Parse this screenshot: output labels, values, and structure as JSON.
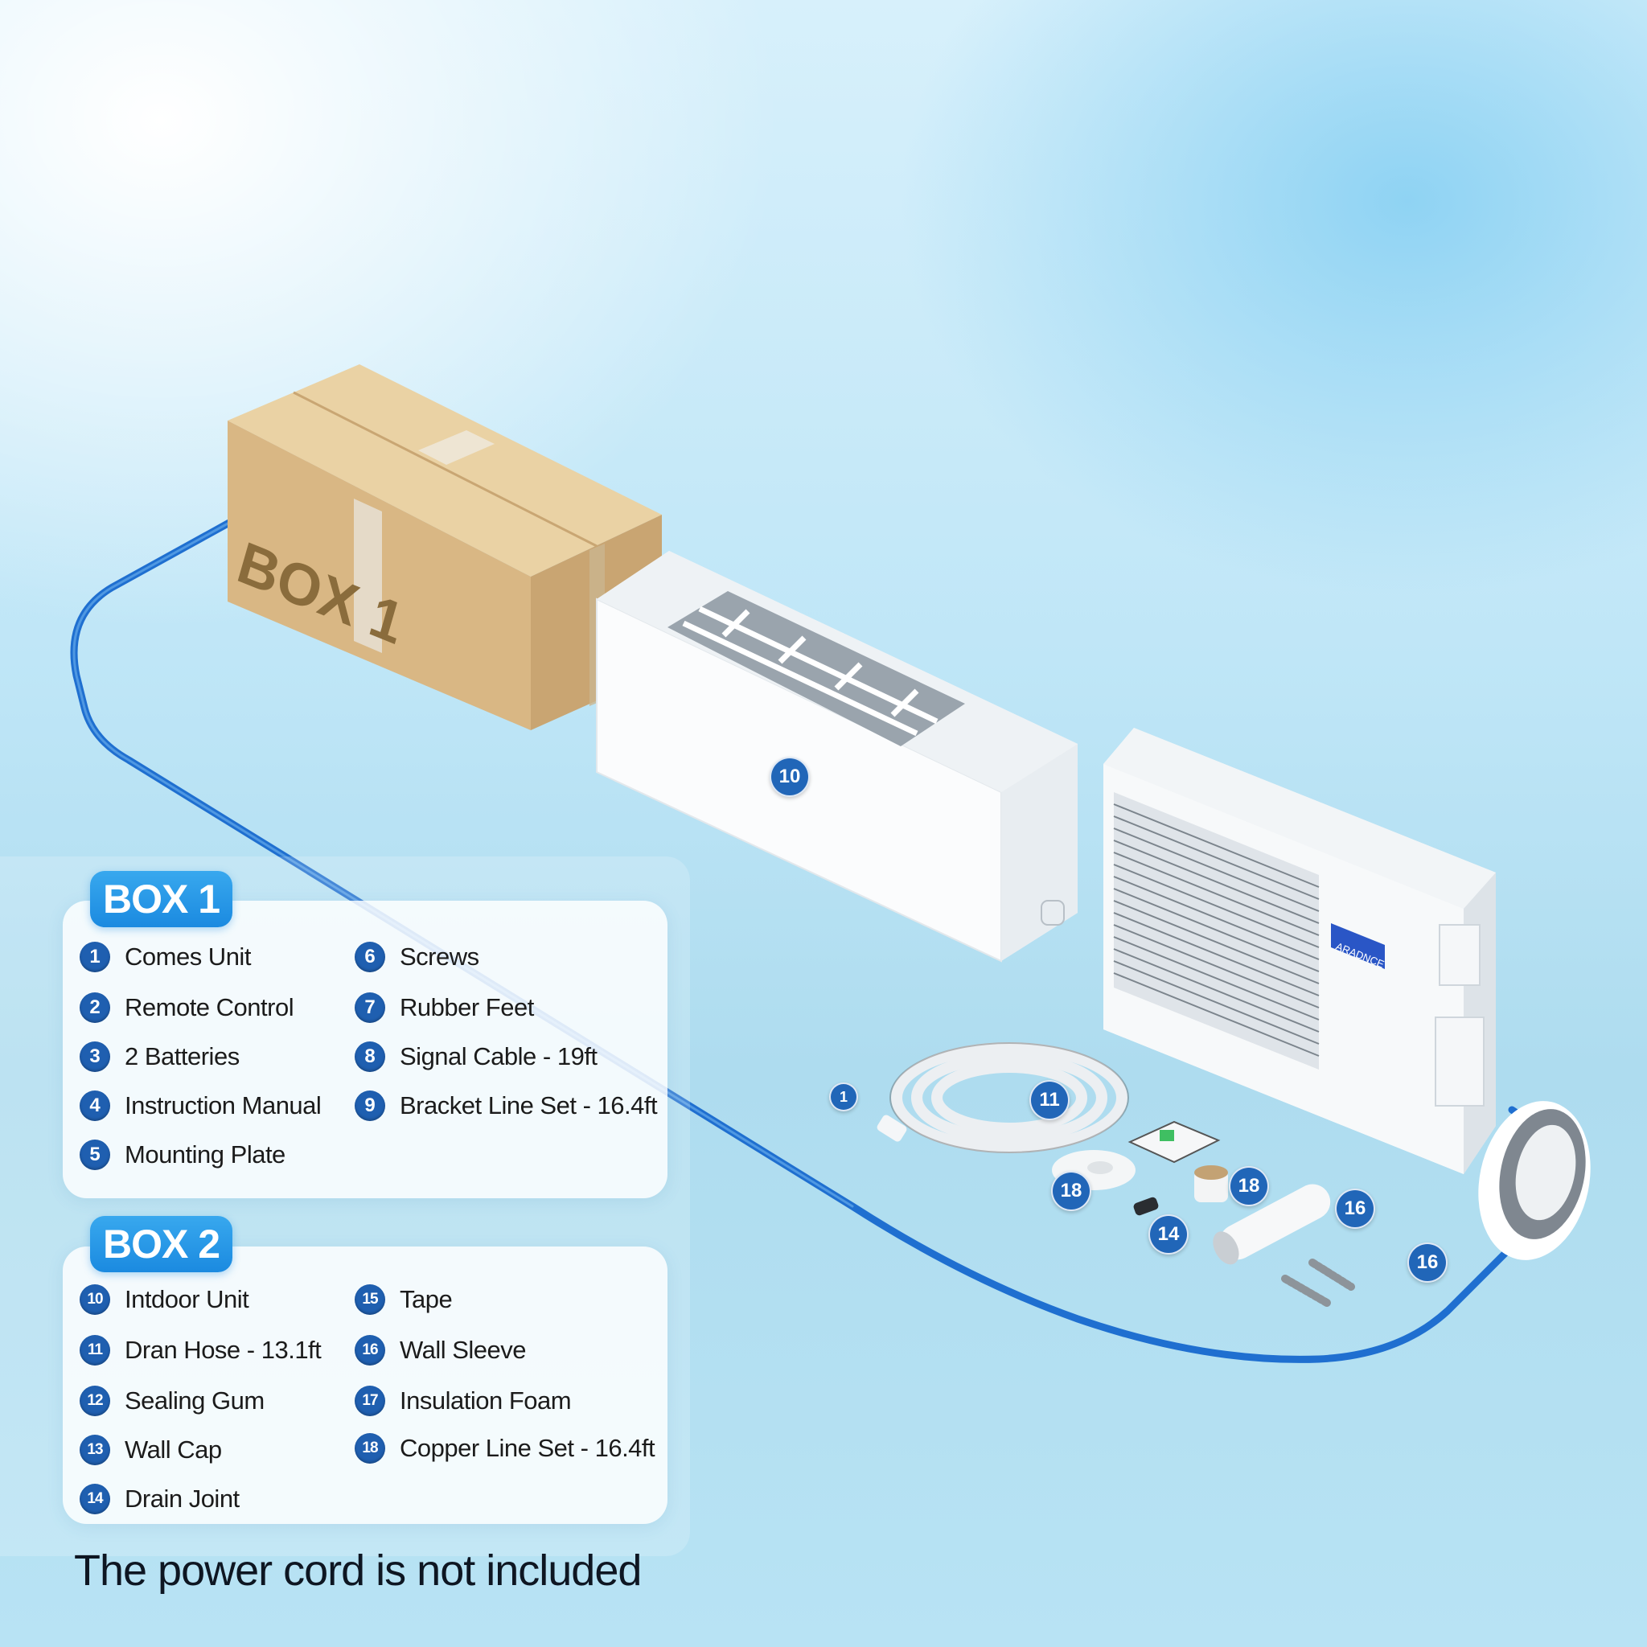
{
  "illustration": {
    "box_label": "BOX 1",
    "callouts": {
      "indoor_unit": "10",
      "cable": "1",
      "drain_hose": "11",
      "wall_cap": "18",
      "drain_joint": "14",
      "insulation": "18",
      "wall_sleeve": "16",
      "tape": "16",
      "screws": "16"
    },
    "outdoor_unit_badge": "ARADNCE"
  },
  "box1": {
    "title": "BOX 1",
    "items": [
      {
        "num": "1",
        "label": "Comes Unit"
      },
      {
        "num": "2",
        "label": "Remote Control"
      },
      {
        "num": "3",
        "label": "2 Batteries"
      },
      {
        "num": "4",
        "label": "Instruction Manual"
      },
      {
        "num": "5",
        "label": "Mounting Plate"
      },
      {
        "num": "6",
        "label": "Screws"
      },
      {
        "num": "7",
        "label": "Rubber Feet"
      },
      {
        "num": "8",
        "label": "Signal Cable - 19ft"
      },
      {
        "num": "9",
        "label": "Bracket Line Set - 16.4ft"
      }
    ]
  },
  "box2": {
    "title": "BOX 2",
    "items": [
      {
        "num": "10",
        "label": "Intdoor Unit"
      },
      {
        "num": "11",
        "label": "Dran Hose - 13.1ft"
      },
      {
        "num": "12",
        "label": "Sealing Gum"
      },
      {
        "num": "13",
        "label": "Wall Cap"
      },
      {
        "num": "14",
        "label": "Drain Joint"
      },
      {
        "num": "15",
        "label": "Tape"
      },
      {
        "num": "16",
        "label": "Wall Sleeve"
      },
      {
        "num": "17",
        "label": "Insulation Foam"
      },
      {
        "num": "18",
        "label": "Copper Line Set - 16.4ft"
      }
    ]
  },
  "footnote": "The power cord is not included",
  "colors": {
    "accent_blue": "#1b8ae0",
    "number_badge": "#1f5fb0",
    "cable_blue": "#1f6fd0",
    "cardboard": "#dcb98a"
  }
}
